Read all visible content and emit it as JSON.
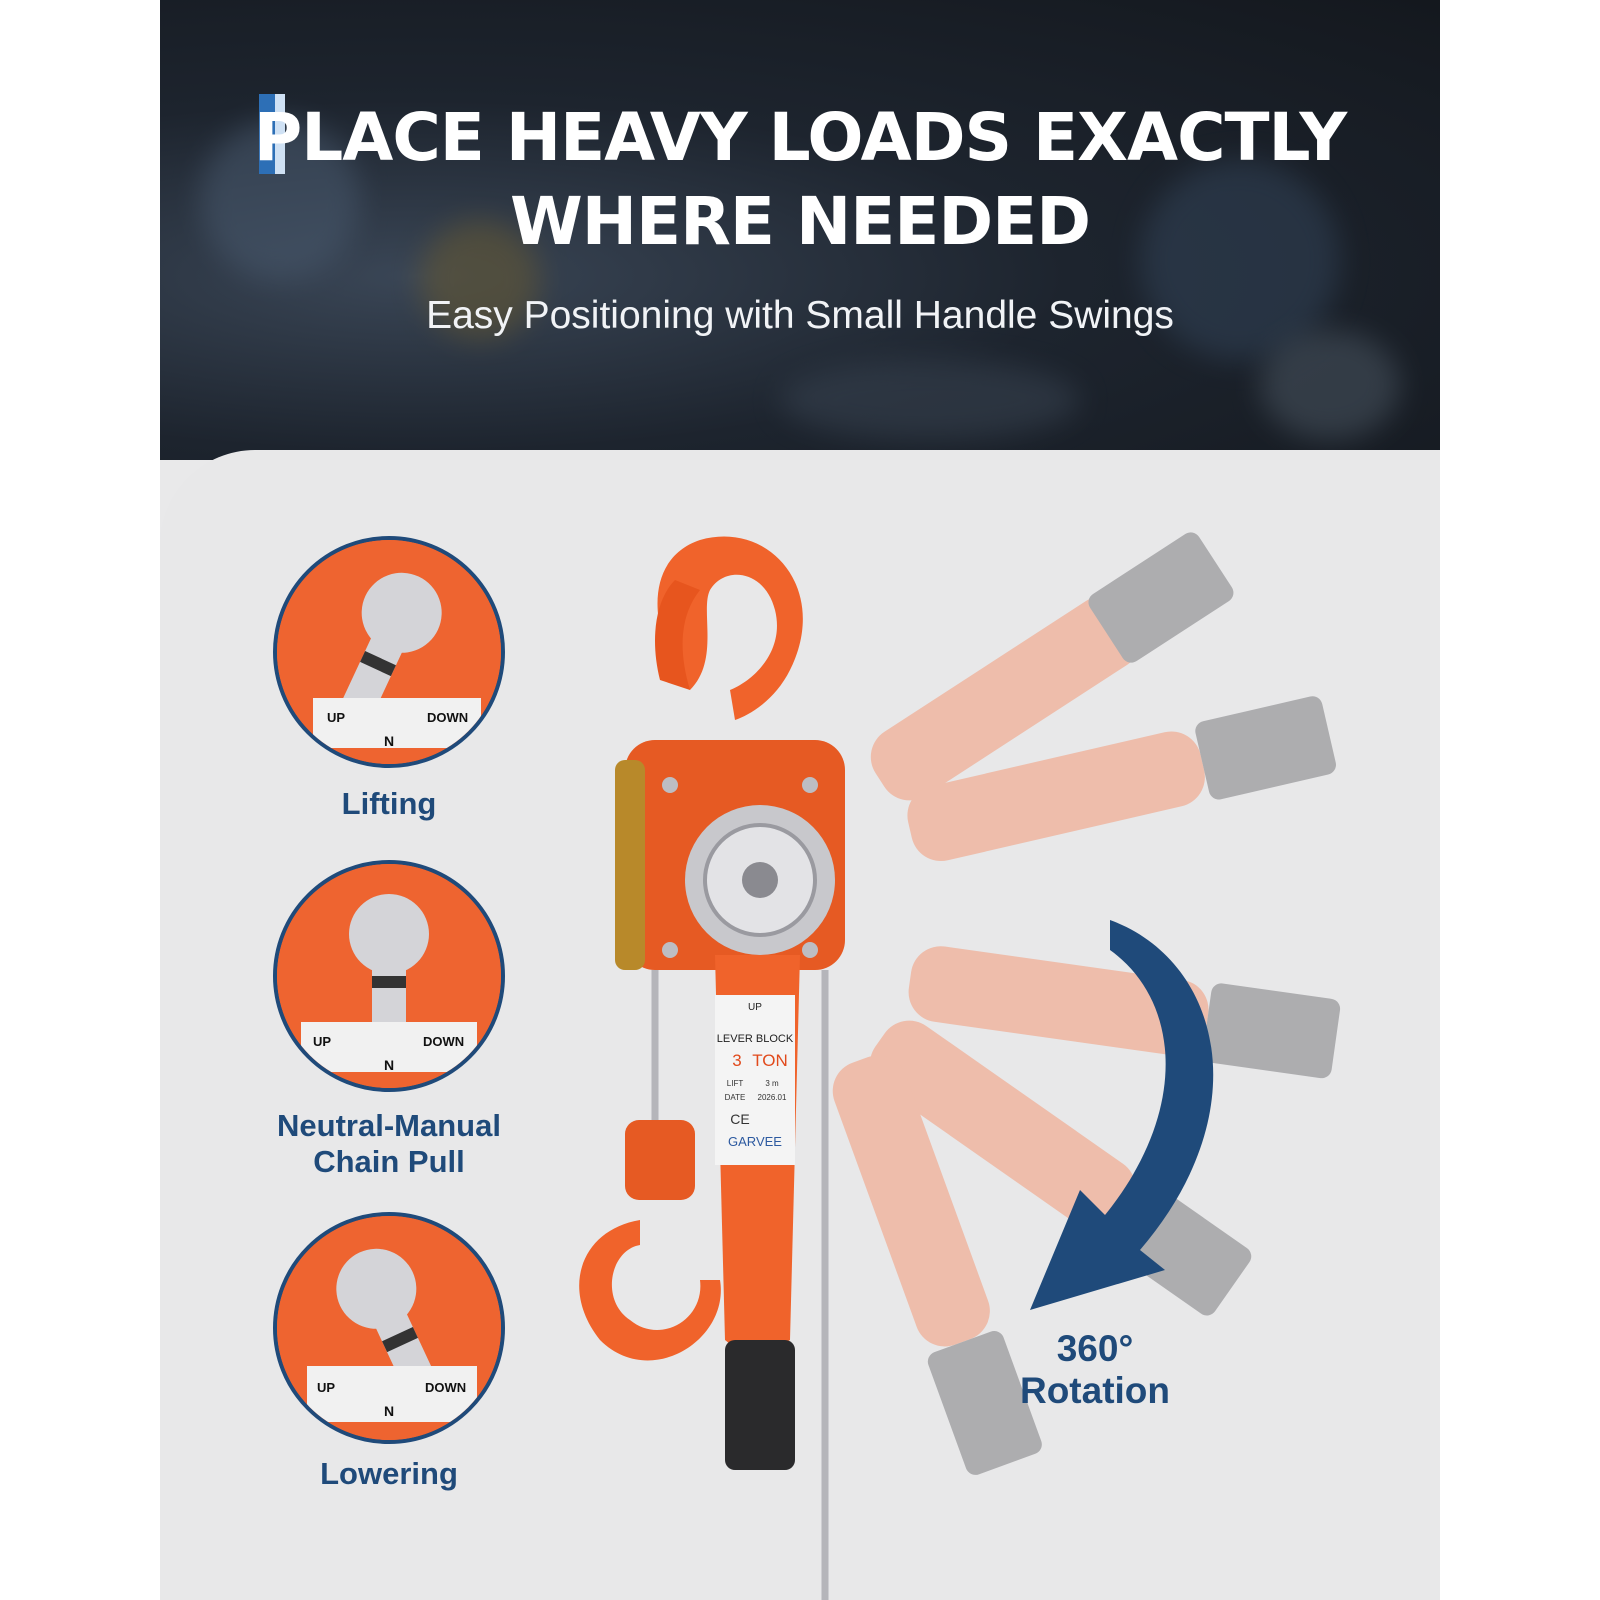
{
  "hero": {
    "title_line1": "PLACE HEAVY LOADS EXACTLY",
    "title_line2": "WHERE NEEDED",
    "subtitle": "Easy Positioning with Small Handle Swings"
  },
  "modes": [
    {
      "label_line1": "Lifting",
      "label_line2": ""
    },
    {
      "label_line1": "Neutral-Manual",
      "label_line2": "Chain Pull"
    },
    {
      "label_line1": "Lowering",
      "label_line2": ""
    }
  ],
  "dial": {
    "up": "UP",
    "down": "DOWN",
    "neutral": "N"
  },
  "plate": {
    "title": "LEVER BLOCK",
    "capacity": "3",
    "unit": "TON",
    "lift_label": "LIFT",
    "lift_value": "3 m",
    "date_label": "DATE",
    "date_value": "2026.01",
    "ce": "CE",
    "brand": "GARVEE"
  },
  "rotation": {
    "value": "360°",
    "label": "Rotation"
  },
  "colors": {
    "orange": "#f0632b",
    "navy": "#1f4a7a",
    "accent_blue": "#2d6fb6",
    "hero_bg": "#1d242e",
    "panel_bg": "#e8e8e9"
  }
}
